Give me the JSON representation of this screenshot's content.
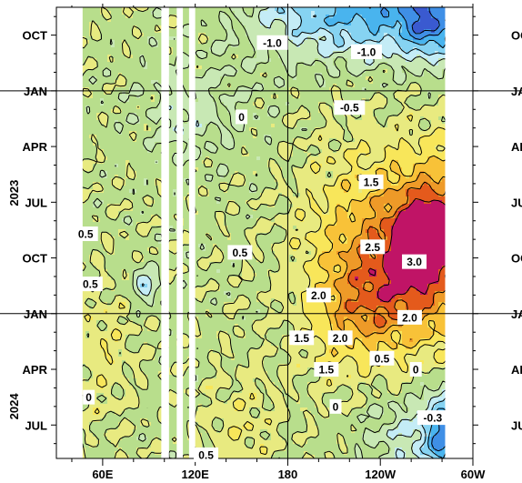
{
  "chart_data": {
    "type": "heatmap",
    "title": "",
    "xlabel": "",
    "ylabel": "",
    "x_axis": {
      "ticks": [
        {
          "lon": 60,
          "label": "60E"
        },
        {
          "lon": 120,
          "label": "120E"
        },
        {
          "lon": 180,
          "label": "180"
        },
        {
          "lon": 240,
          "label": "120W"
        },
        {
          "lon": 300,
          "label": "60W"
        }
      ],
      "range": [
        30,
        300
      ]
    },
    "y_axis": {
      "month_ticks": [
        {
          "t": 0,
          "label": "OCT"
        },
        {
          "t": 3,
          "label": "JAN"
        },
        {
          "t": 6,
          "label": "APR"
        },
        {
          "t": 9,
          "label": "JUL"
        },
        {
          "t": 12,
          "label": "OCT"
        },
        {
          "t": 15,
          "label": "JAN"
        },
        {
          "t": 18,
          "label": "APR"
        },
        {
          "t": 21,
          "label": "JUL"
        }
      ],
      "year_labels": [
        {
          "t": 8.5,
          "label": "2023"
        },
        {
          "t": 20,
          "label": "2024"
        }
      ],
      "year_boundaries": [
        3,
        15
      ],
      "range": [
        -1.5,
        22.8
      ]
    },
    "colorscale": {
      "levels": [
        -3.0,
        -2.5,
        -2.0,
        -1.5,
        -1.0,
        -0.5,
        0,
        0.5,
        1.0,
        1.5,
        2.0,
        2.5,
        3.0
      ],
      "colors": [
        "#2a2aa0",
        "#3a5ad0",
        "#3f8fe6",
        "#49b4ee",
        "#86d3f2",
        "#c4ecf6",
        "#c8e8b4",
        "#b8de8c",
        "#e8ea80",
        "#f8e65a",
        "#f8c238",
        "#ee9a28",
        "#e45a1c",
        "#c01466"
      ]
    },
    "mask_columns": [
      {
        "lon_start": 30,
        "lon_end": 47
      },
      {
        "lon_start": 98,
        "lon_end": 103
      },
      {
        "lon_start": 108,
        "lon_end": 112
      },
      {
        "lon_start": 116,
        "lon_end": 120
      },
      {
        "lon_start": 282,
        "lon_end": 300
      }
    ],
    "contour_labels": [
      {
        "lon": 170,
        "t": 0.4,
        "text": "-1.0"
      },
      {
        "lon": 231,
        "t": 0.9,
        "text": "-1.0"
      },
      {
        "lon": 150,
        "t": 4.4,
        "text": "0"
      },
      {
        "lon": 220,
        "t": 3.9,
        "text": "-0.5"
      },
      {
        "lon": 234,
        "t": 7.9,
        "text": "1.5"
      },
      {
        "lon": 49,
        "t": 10.7,
        "text": "0.5"
      },
      {
        "lon": 52,
        "t": 13.4,
        "text": "0.5"
      },
      {
        "lon": 149,
        "t": 11.7,
        "text": "0.5"
      },
      {
        "lon": 235,
        "t": 11.4,
        "text": "2.5"
      },
      {
        "lon": 262,
        "t": 12.2,
        "text": "3.0"
      },
      {
        "lon": 200,
        "t": 14.0,
        "text": "2.0"
      },
      {
        "lon": 259,
        "t": 15.2,
        "text": "2.0"
      },
      {
        "lon": 189,
        "t": 16.3,
        "text": "1.5"
      },
      {
        "lon": 214,
        "t": 16.3,
        "text": "2.0"
      },
      {
        "lon": 241,
        "t": 17.4,
        "text": "0.5"
      },
      {
        "lon": 263,
        "t": 18.0,
        "text": "0"
      },
      {
        "lon": 205,
        "t": 18.0,
        "text": "1.5"
      },
      {
        "lon": 51,
        "t": 19.5,
        "text": "0"
      },
      {
        "lon": 211,
        "t": 20.0,
        "text": "0"
      },
      {
        "lon": 274,
        "t": 20.6,
        "text": "-0.3"
      },
      {
        "lon": 127,
        "t": 22.6,
        "text": "0.5"
      }
    ]
  }
}
